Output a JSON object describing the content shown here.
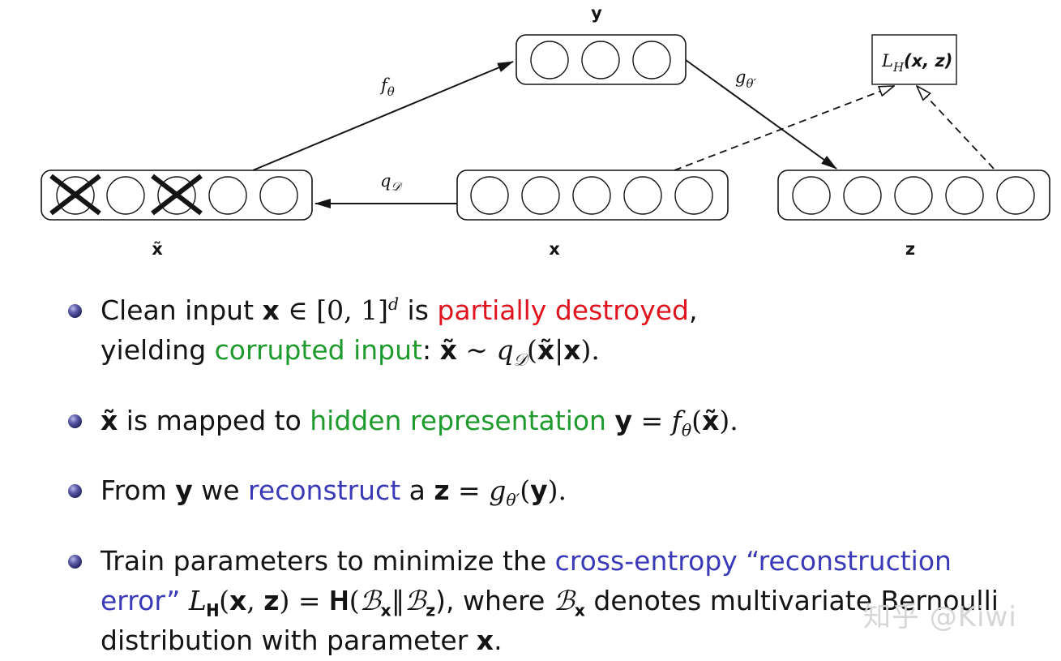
{
  "diagram": {
    "nodes": {
      "y": "y",
      "x_tilde": "x̃",
      "x": "x",
      "z": "z"
    },
    "functions": {
      "f": "f",
      "f_sub": "θ",
      "g": "g",
      "g_sub": "θ′",
      "q": "q",
      "q_sub": "𝒟"
    },
    "loss": {
      "L": "L",
      "sub": "H",
      "args": "(x, z)"
    }
  },
  "bullets": [
    {
      "line1": {
        "p1": "Clean input ",
        "x": "x",
        "p2": " ∈ [0, 1]",
        "sup": "d",
        "p3": " is ",
        "red": "partially destroyed",
        "p4": ","
      },
      "line2": {
        "p1": "yielding ",
        "green": "corrupted input",
        "p2": ": ",
        "xt": "x̃",
        "p3": " ∼ ",
        "q": "q",
        "qsub": "𝒟",
        "p4": "(",
        "xt2": "x̃",
        "p5": "|",
        "x": "x",
        "p6": ")."
      }
    },
    {
      "line1": {
        "xt": "x̃",
        "p1": " is mapped to ",
        "green": "hidden representation",
        "p2": " ",
        "y": "y",
        "p3": " = ",
        "f": "f",
        "fsub": "θ",
        "p4": "(",
        "xt2": "x̃",
        "p5": ")."
      }
    },
    {
      "line1": {
        "p1": "From ",
        "y": "y",
        "p2": " we ",
        "blue": "reconstruct",
        "p3": " a ",
        "z": "z",
        "p4": " = ",
        "g": "g",
        "gsub": "θ′",
        "p5": "(",
        "y2": "y",
        "p6": ")."
      }
    },
    {
      "line1": {
        "p1": "Train parameters to minimize the ",
        "blue": "cross-entropy “reconstruction"
      },
      "line2": {
        "blue": "error”",
        "p1": " ",
        "L": "L",
        "Lsub": "𝐇",
        "p2": "(",
        "x": "x",
        "p3": ", ",
        "z": "z",
        "p4": ") = 𝐇(",
        "B1": "ℬ",
        "B1sub": "x",
        "p5": "‖",
        "B2": "ℬ",
        "B2sub": "z",
        "p6": "), where ",
        "B3": "ℬ",
        "B3sub": "x",
        "p7": " denotes multivariate Bernoulli"
      },
      "line3": {
        "p1": "distribution with parameter ",
        "x": "x",
        "p2": "."
      }
    }
  ],
  "watermark": "知乎 @Kiwi",
  "colors": {
    "red": "#e0141e",
    "green": "#1f9b2e",
    "blue": "#3a3ab8",
    "bullet": "#23235e"
  }
}
